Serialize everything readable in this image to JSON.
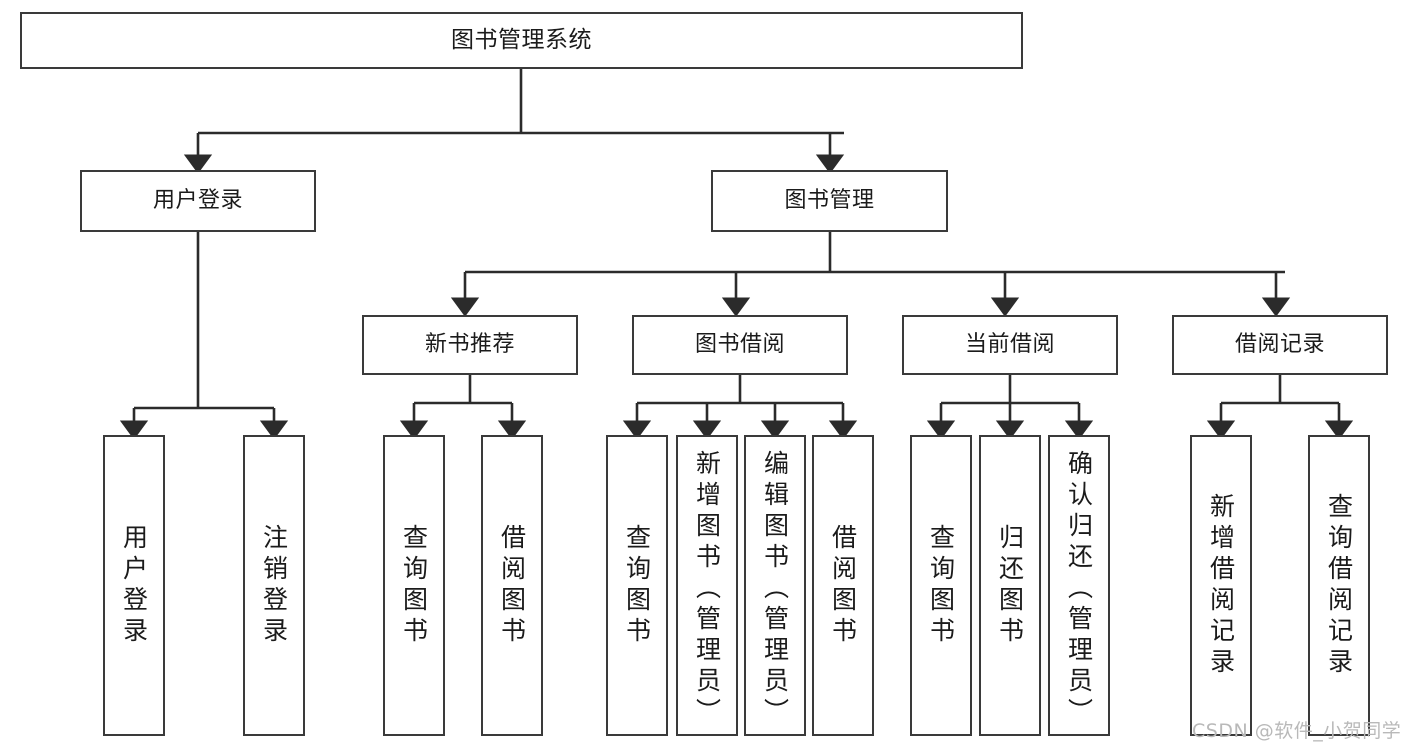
{
  "diagram": {
    "title": "图书管理系统",
    "type": "tree-hierarchy-chart",
    "orientation": "top-down",
    "colors": {
      "box_border": "#3a3a3a",
      "box_fill": "#ffffff",
      "edge": "#2b2b2b",
      "text": "#1b1b1b",
      "watermark": "#b9b9b9",
      "background": "#ffffff"
    }
  },
  "nodes": {
    "root": {
      "id": "root",
      "label": "图书管理系统",
      "level": 1
    },
    "level2": [
      {
        "id": "user-login",
        "label": "用户登录",
        "level": 2
      },
      {
        "id": "book-manage",
        "label": "图书管理",
        "level": 2
      }
    ],
    "level3": [
      {
        "id": "new-book-recommend",
        "label": "新书推荐",
        "level": 3,
        "parent": "book-manage"
      },
      {
        "id": "book-borrow",
        "label": "图书借阅",
        "level": 3,
        "parent": "book-manage"
      },
      {
        "id": "current-borrow",
        "label": "当前借阅",
        "level": 3,
        "parent": "book-manage"
      },
      {
        "id": "borrow-record",
        "label": "借阅记录",
        "level": 3,
        "parent": "book-manage"
      }
    ],
    "leaves": [
      {
        "id": "leaf-user-login",
        "label": "用户登录",
        "parent": "user-login"
      },
      {
        "id": "leaf-logout",
        "label": "注销登录",
        "parent": "user-login"
      },
      {
        "id": "leaf-query-book-1",
        "label": "查询图书",
        "parent": "new-book-recommend"
      },
      {
        "id": "leaf-borrow-book-1",
        "label": "借阅图书",
        "parent": "new-book-recommend"
      },
      {
        "id": "leaf-query-book-2",
        "label": "查询图书",
        "parent": "book-borrow"
      },
      {
        "id": "leaf-add-book",
        "label": "新增图书（管理员）",
        "parent": "book-borrow"
      },
      {
        "id": "leaf-edit-book",
        "label": "编辑图书（管理员）",
        "parent": "book-borrow"
      },
      {
        "id": "leaf-borrow-book-2",
        "label": "借阅图书",
        "parent": "book-borrow"
      },
      {
        "id": "leaf-query-book-3",
        "label": "查询图书",
        "parent": "current-borrow"
      },
      {
        "id": "leaf-return-book",
        "label": "归还图书",
        "parent": "current-borrow"
      },
      {
        "id": "leaf-confirm-return",
        "label": "确认归还（管理员）",
        "parent": "current-borrow"
      },
      {
        "id": "leaf-add-record",
        "label": "新增借阅记录",
        "parent": "borrow-record"
      },
      {
        "id": "leaf-query-record",
        "label": "查询借阅记录",
        "parent": "borrow-record"
      }
    ]
  },
  "watermark": {
    "text": "CSDN @软件_小贺同学"
  }
}
